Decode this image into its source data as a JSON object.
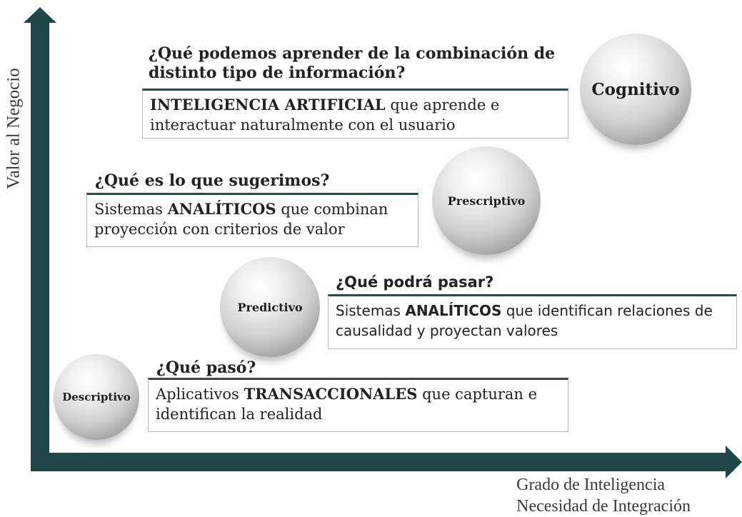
{
  "axes": {
    "y_label": "Valor al Negocio",
    "x_label_line1": "Grado de Inteligencia",
    "x_label_line2": "Necesidad de Integración",
    "color": "#1f4747"
  },
  "stages": [
    {
      "name": "Descriptivo",
      "question": "¿Qué pasó?",
      "desc_pre": "Aplicativos ",
      "desc_bold": "TRANSACCIONALES",
      "desc_post": " que capturan e identifican la realidad"
    },
    {
      "name": "Predictivo",
      "question": "¿Qué podrá pasar?",
      "desc_pre": "Sistemas ",
      "desc_bold": "ANALÍTICOS",
      "desc_post": " que identifican relaciones de causalidad y proyectan valores"
    },
    {
      "name": "Prescriptivo",
      "question": "¿Qué es lo que sugerimos?",
      "desc_pre": "Sistemas ",
      "desc_bold": "ANALÍTICOS",
      "desc_post": " que combinan proyección con criterios de valor"
    },
    {
      "name": "Cognitivo",
      "question": "¿Qué podemos aprender de la combinación de distinto tipo de información?",
      "desc_pre": "",
      "desc_bold": "INTELIGENCIA ARTIFICIAL",
      "desc_post": " que aprende e interactuar naturalmente con el usuario"
    }
  ]
}
